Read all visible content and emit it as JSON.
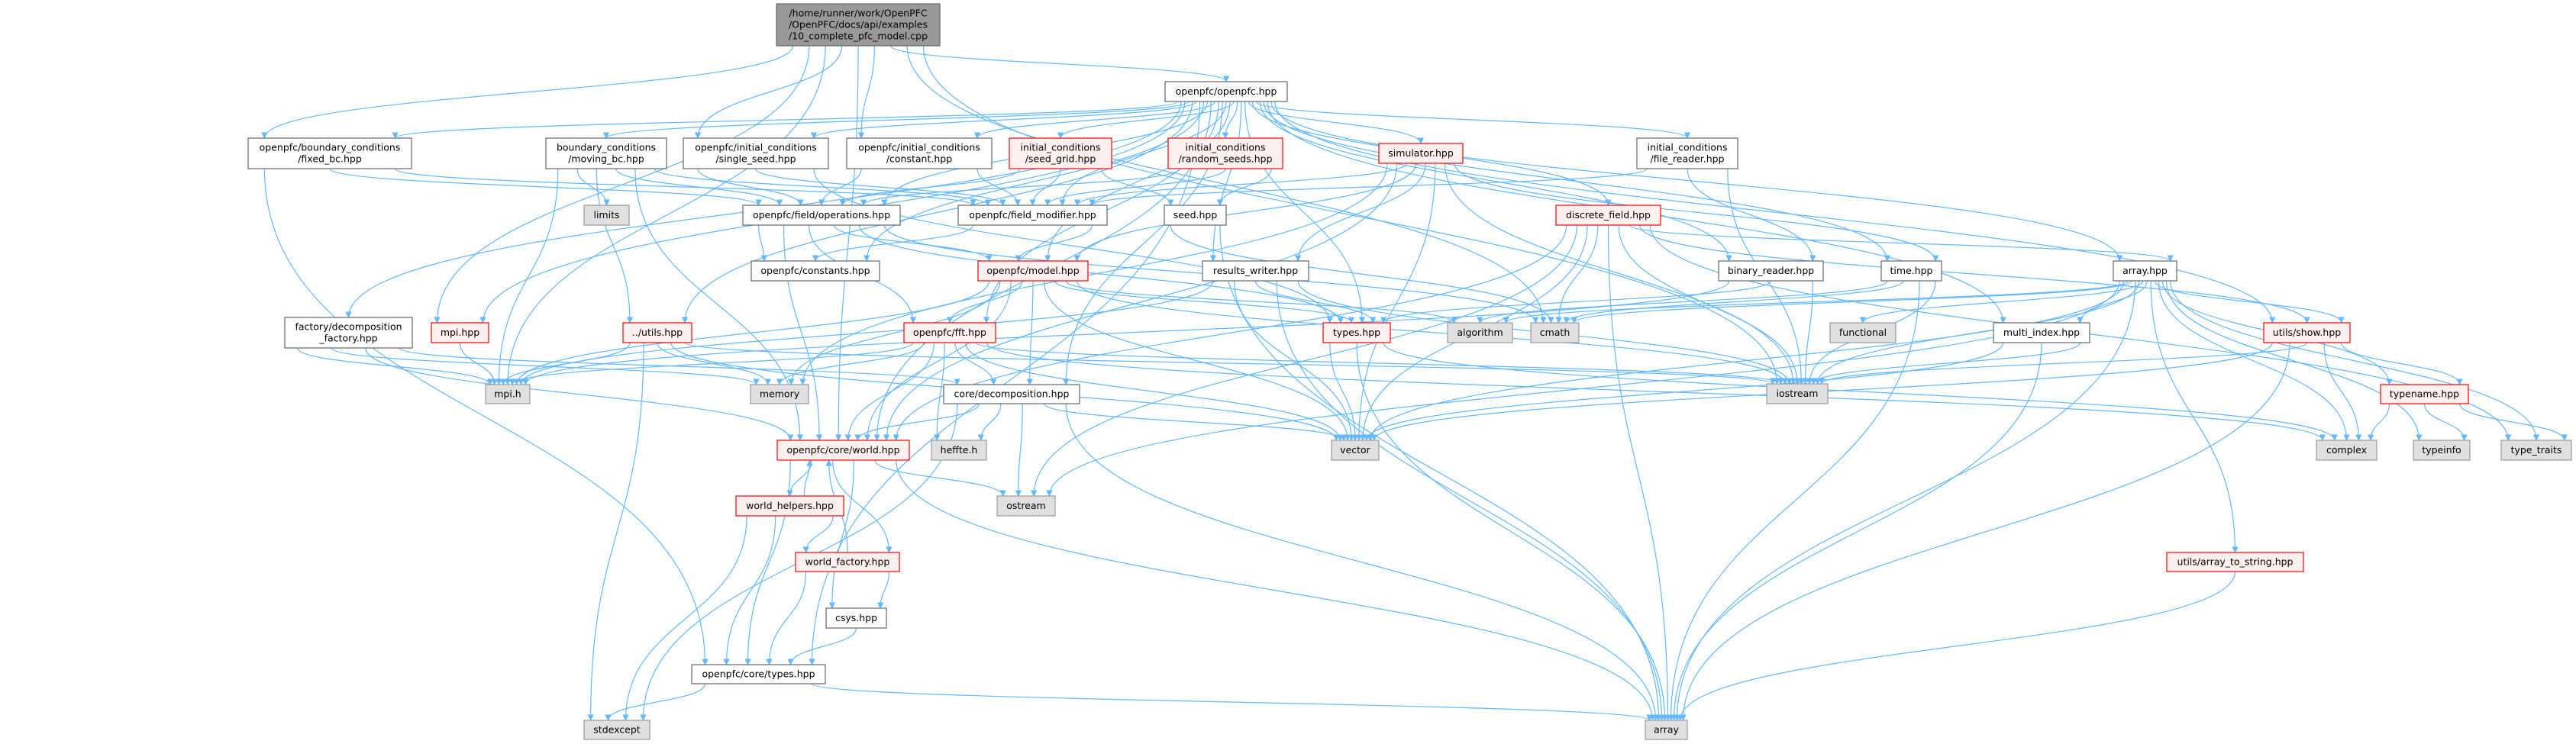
{
  "graph": {
    "title": "Include dependency graph for 10_complete_pfc_model.cpp",
    "colors": {
      "edge": "#63b8ff",
      "main_fill": "#999999",
      "red_border": "#ff0000",
      "system_fill": "#e0e0e0"
    },
    "nodes": [
      {
        "id": "main",
        "kind": "main",
        "lines": [
          "/home/runner/work/OpenPFC",
          "/OpenPFC/docs/api/examples",
          "/10_complete_pfc_model.cpp"
        ]
      },
      {
        "id": "openpfc",
        "kind": "normal",
        "lines": [
          "openpfc/openpfc.hpp"
        ]
      },
      {
        "id": "fixed_bc",
        "kind": "normal",
        "lines": [
          "openpfc/boundary_conditions",
          "/fixed_bc.hpp"
        ]
      },
      {
        "id": "moving_bc",
        "kind": "normal",
        "lines": [
          "boundary_conditions",
          "/moving_bc.hpp"
        ]
      },
      {
        "id": "single_seed",
        "kind": "normal",
        "lines": [
          "openpfc/initial_conditions",
          "/single_seed.hpp"
        ]
      },
      {
        "id": "constant",
        "kind": "normal",
        "lines": [
          "openpfc/initial_conditions",
          "/constant.hpp"
        ]
      },
      {
        "id": "seed_grid",
        "kind": "red",
        "lines": [
          "initial_conditions",
          "/seed_grid.hpp"
        ]
      },
      {
        "id": "random_seeds",
        "kind": "red",
        "lines": [
          "initial_conditions",
          "/random_seeds.hpp"
        ]
      },
      {
        "id": "simulator",
        "kind": "red",
        "lines": [
          "simulator.hpp"
        ]
      },
      {
        "id": "file_reader",
        "kind": "normal",
        "lines": [
          "initial_conditions",
          "/file_reader.hpp"
        ]
      },
      {
        "id": "limits",
        "kind": "sys",
        "lines": [
          "limits"
        ]
      },
      {
        "id": "operations",
        "kind": "normal",
        "lines": [
          "openpfc/field/operations.hpp"
        ]
      },
      {
        "id": "field_modifier",
        "kind": "normal",
        "lines": [
          "openpfc/field_modifier.hpp"
        ]
      },
      {
        "id": "seed",
        "kind": "normal",
        "lines": [
          "seed.hpp"
        ]
      },
      {
        "id": "discrete_field",
        "kind": "red",
        "lines": [
          "discrete_field.hpp"
        ]
      },
      {
        "id": "constants",
        "kind": "normal",
        "lines": [
          "openpfc/constants.hpp"
        ]
      },
      {
        "id": "model",
        "kind": "red",
        "lines": [
          "openpfc/model.hpp"
        ]
      },
      {
        "id": "results_writer",
        "kind": "normal",
        "lines": [
          "results_writer.hpp"
        ]
      },
      {
        "id": "binary_reader",
        "kind": "normal",
        "lines": [
          "binary_reader.hpp"
        ]
      },
      {
        "id": "time",
        "kind": "normal",
        "lines": [
          "time.hpp"
        ]
      },
      {
        "id": "array_hpp",
        "kind": "normal",
        "lines": [
          "array.hpp"
        ]
      },
      {
        "id": "factory",
        "kind": "normal",
        "lines": [
          "factory/decomposition",
          "_factory.hpp"
        ]
      },
      {
        "id": "mpi_hpp",
        "kind": "red",
        "lines": [
          "mpi.hpp"
        ]
      },
      {
        "id": "utils",
        "kind": "red",
        "lines": [
          "../utils.hpp"
        ]
      },
      {
        "id": "fft",
        "kind": "red",
        "lines": [
          "openpfc/fft.hpp"
        ]
      },
      {
        "id": "types",
        "kind": "red",
        "lines": [
          "types.hpp"
        ]
      },
      {
        "id": "algorithm",
        "kind": "sys",
        "lines": [
          "algorithm"
        ]
      },
      {
        "id": "cmath",
        "kind": "sys",
        "lines": [
          "cmath"
        ]
      },
      {
        "id": "functional",
        "kind": "sys",
        "lines": [
          "functional"
        ]
      },
      {
        "id": "multi_index",
        "kind": "normal",
        "lines": [
          "multi_index.hpp"
        ]
      },
      {
        "id": "utils_show",
        "kind": "red",
        "lines": [
          "utils/show.hpp"
        ]
      },
      {
        "id": "mpi_h",
        "kind": "sys",
        "lines": [
          "mpi.h"
        ]
      },
      {
        "id": "memory",
        "kind": "sys",
        "lines": [
          "memory"
        ]
      },
      {
        "id": "decomposition",
        "kind": "normal",
        "lines": [
          "core/decomposition.hpp"
        ]
      },
      {
        "id": "iostream",
        "kind": "sys",
        "lines": [
          "iostream"
        ]
      },
      {
        "id": "typename",
        "kind": "red",
        "lines": [
          "typename.hpp"
        ]
      },
      {
        "id": "world",
        "kind": "red",
        "lines": [
          "openpfc/core/world.hpp"
        ]
      },
      {
        "id": "heffte",
        "kind": "sys",
        "lines": [
          "heffte.h"
        ]
      },
      {
        "id": "vector",
        "kind": "sys",
        "lines": [
          "vector"
        ]
      },
      {
        "id": "complex",
        "kind": "sys",
        "lines": [
          "complex"
        ]
      },
      {
        "id": "typeinfo",
        "kind": "sys",
        "lines": [
          "typeinfo"
        ]
      },
      {
        "id": "type_traits",
        "kind": "sys",
        "lines": [
          "type_traits"
        ]
      },
      {
        "id": "world_helpers",
        "kind": "red",
        "lines": [
          "world_helpers.hpp"
        ]
      },
      {
        "id": "ostream",
        "kind": "sys",
        "lines": [
          "ostream"
        ]
      },
      {
        "id": "world_factory",
        "kind": "red",
        "lines": [
          "world_factory.hpp"
        ]
      },
      {
        "id": "array_to_string",
        "kind": "red",
        "lines": [
          "utils/array_to_string.hpp"
        ]
      },
      {
        "id": "csys",
        "kind": "normal",
        "lines": [
          "csys.hpp"
        ]
      },
      {
        "id": "core_types",
        "kind": "normal",
        "lines": [
          "openpfc/core/types.hpp"
        ]
      },
      {
        "id": "stdexcept",
        "kind": "sys",
        "lines": [
          "stdexcept"
        ]
      },
      {
        "id": "array",
        "kind": "sys",
        "lines": [
          "array"
        ]
      }
    ],
    "edges": [
      [
        "main",
        "openpfc"
      ],
      [
        "main",
        "fixed_bc"
      ],
      [
        "main",
        "single_seed"
      ],
      [
        "main",
        "constant"
      ],
      [
        "main",
        "mpi_hpp"
      ],
      [
        "main",
        "world"
      ],
      [
        "main",
        "mpi_h"
      ],
      [
        "main",
        "iostream"
      ],
      [
        "main",
        "cmath"
      ],
      [
        "openpfc",
        "fixed_bc"
      ],
      [
        "openpfc",
        "moving_bc"
      ],
      [
        "openpfc",
        "single_seed"
      ],
      [
        "openpfc",
        "constant"
      ],
      [
        "openpfc",
        "seed_grid"
      ],
      [
        "openpfc",
        "random_seeds"
      ],
      [
        "openpfc",
        "simulator"
      ],
      [
        "openpfc",
        "file_reader"
      ],
      [
        "openpfc",
        "operations"
      ],
      [
        "openpfc",
        "field_modifier"
      ],
      [
        "openpfc",
        "constants"
      ],
      [
        "openpfc",
        "model"
      ],
      [
        "openpfc",
        "results_writer"
      ],
      [
        "openpfc",
        "discrete_field"
      ],
      [
        "openpfc",
        "binary_reader"
      ],
      [
        "openpfc",
        "time"
      ],
      [
        "openpfc",
        "array_hpp"
      ],
      [
        "openpfc",
        "multi_index"
      ],
      [
        "openpfc",
        "utils_show"
      ],
      [
        "openpfc",
        "types"
      ],
      [
        "openpfc",
        "utils"
      ],
      [
        "openpfc",
        "fft"
      ],
      [
        "openpfc",
        "decomposition"
      ],
      [
        "openpfc",
        "world"
      ],
      [
        "openpfc",
        "factory"
      ],
      [
        "openpfc",
        "mpi_hpp"
      ],
      [
        "openpfc",
        "core_types"
      ],
      [
        "fixed_bc",
        "operations"
      ],
      [
        "fixed_bc",
        "field_modifier"
      ],
      [
        "fixed_bc",
        "core_types"
      ],
      [
        "moving_bc",
        "limits"
      ],
      [
        "moving_bc",
        "operations"
      ],
      [
        "moving_bc",
        "field_modifier"
      ],
      [
        "moving_bc",
        "utils"
      ],
      [
        "moving_bc",
        "mpi_h"
      ],
      [
        "moving_bc",
        "world"
      ],
      [
        "single_seed",
        "operations"
      ],
      [
        "single_seed",
        "field_modifier"
      ],
      [
        "single_seed",
        "types"
      ],
      [
        "constant",
        "operations"
      ],
      [
        "constant",
        "field_modifier"
      ],
      [
        "seed_grid",
        "operations"
      ],
      [
        "seed_grid",
        "field_modifier"
      ],
      [
        "seed_grid",
        "seed"
      ],
      [
        "random_seeds",
        "operations"
      ],
      [
        "random_seeds",
        "field_modifier"
      ],
      [
        "random_seeds",
        "seed"
      ],
      [
        "simulator",
        "field_modifier"
      ],
      [
        "simulator",
        "model"
      ],
      [
        "simulator",
        "results_writer"
      ],
      [
        "simulator",
        "time"
      ],
      [
        "simulator",
        "iostream"
      ],
      [
        "simulator",
        "memory"
      ],
      [
        "simulator",
        "vector"
      ],
      [
        "simulator",
        "world"
      ],
      [
        "file_reader",
        "field_modifier"
      ],
      [
        "file_reader",
        "binary_reader"
      ],
      [
        "file_reader",
        "iostream"
      ],
      [
        "operations",
        "constants"
      ],
      [
        "operations",
        "model"
      ],
      [
        "operations",
        "world"
      ],
      [
        "operations",
        "cmath"
      ],
      [
        "operations",
        "types"
      ],
      [
        "operations",
        "fft"
      ],
      [
        "field_modifier",
        "model"
      ],
      [
        "field_modifier",
        "constants"
      ],
      [
        "seed",
        "array"
      ],
      [
        "seed",
        "cmath"
      ],
      [
        "discrete_field",
        "array_hpp"
      ],
      [
        "discrete_field",
        "utils_show"
      ],
      [
        "discrete_field",
        "world"
      ],
      [
        "discrete_field",
        "cmath"
      ],
      [
        "discrete_field",
        "array"
      ],
      [
        "discrete_field",
        "ostream"
      ],
      [
        "discrete_field",
        "vector"
      ],
      [
        "discrete_field",
        "iostream"
      ],
      [
        "discrete_field",
        "type_traits"
      ],
      [
        "model",
        "fft"
      ],
      [
        "model",
        "types"
      ],
      [
        "model",
        "world"
      ],
      [
        "model",
        "decomposition"
      ],
      [
        "model",
        "memory"
      ],
      [
        "model",
        "vector"
      ],
      [
        "model",
        "mpi_h"
      ],
      [
        "model",
        "iostream"
      ],
      [
        "model",
        "algorithm"
      ],
      [
        "results_writer",
        "types"
      ],
      [
        "results_writer",
        "vector"
      ],
      [
        "results_writer",
        "array"
      ],
      [
        "results_writer",
        "mpi_h"
      ],
      [
        "results_writer",
        "iostream"
      ],
      [
        "binary_reader",
        "types"
      ],
      [
        "binary_reader",
        "iostream"
      ],
      [
        "binary_reader",
        "mpi_h"
      ],
      [
        "time",
        "cmath"
      ],
      [
        "time",
        "iostream"
      ],
      [
        "time",
        "algorithm"
      ],
      [
        "time",
        "array"
      ],
      [
        "array_hpp",
        "algorithm"
      ],
      [
        "array_hpp",
        "cmath"
      ],
      [
        "array_hpp",
        "functional"
      ],
      [
        "array_hpp",
        "multi_index"
      ],
      [
        "array_hpp",
        "utils_show"
      ],
      [
        "array_hpp",
        "typename"
      ],
      [
        "array_hpp",
        "array_to_string"
      ],
      [
        "array_hpp",
        "complex"
      ],
      [
        "array_hpp",
        "vector"
      ],
      [
        "array_hpp",
        "iostream"
      ],
      [
        "array_hpp",
        "array"
      ],
      [
        "array_hpp",
        "typeinfo"
      ],
      [
        "array_hpp",
        "type_traits"
      ],
      [
        "array_hpp",
        "ostream"
      ],
      [
        "factory",
        "world"
      ],
      [
        "factory",
        "decomposition"
      ],
      [
        "factory",
        "mpi_h"
      ],
      [
        "factory",
        "memory"
      ],
      [
        "mpi_hpp",
        "mpi_h"
      ],
      [
        "utils",
        "mpi_h"
      ],
      [
        "utils",
        "memory"
      ],
      [
        "utils",
        "vector"
      ],
      [
        "utils",
        "stdexcept"
      ],
      [
        "utils",
        "iostream"
      ],
      [
        "fft",
        "decomposition"
      ],
      [
        "fft",
        "world"
      ],
      [
        "fft",
        "mpi_h"
      ],
      [
        "fft",
        "memory"
      ],
      [
        "fft",
        "vector"
      ],
      [
        "fft",
        "heffte"
      ],
      [
        "fft",
        "iostream"
      ],
      [
        "fft",
        "complex"
      ],
      [
        "types",
        "vector"
      ],
      [
        "types",
        "array"
      ],
      [
        "types",
        "complex"
      ],
      [
        "multi_index",
        "iostream"
      ],
      [
        "multi_index",
        "vector"
      ],
      [
        "multi_index",
        "array"
      ],
      [
        "utils_show",
        "typename"
      ],
      [
        "utils_show",
        "complex"
      ],
      [
        "utils_show",
        "iostream"
      ],
      [
        "utils_show",
        "vector"
      ],
      [
        "utils_show",
        "array"
      ],
      [
        "typename",
        "complex"
      ],
      [
        "typename",
        "typeinfo"
      ],
      [
        "typename",
        "type_traits"
      ],
      [
        "decomposition",
        "world"
      ],
      [
        "decomposition",
        "heffte"
      ],
      [
        "decomposition",
        "ostream"
      ],
      [
        "decomposition",
        "vector"
      ],
      [
        "decomposition",
        "array"
      ],
      [
        "decomposition",
        "stdexcept"
      ],
      [
        "world",
        "world_helpers"
      ],
      [
        "world",
        "world_factory"
      ],
      [
        "world",
        "csys"
      ],
      [
        "world",
        "core_types"
      ],
      [
        "world",
        "ostream"
      ],
      [
        "world",
        "array"
      ],
      [
        "world_helpers",
        "world"
      ],
      [
        "world_helpers",
        "world_factory"
      ],
      [
        "world_helpers",
        "core_types"
      ],
      [
        "world_helpers",
        "stdexcept"
      ],
      [
        "world_factory",
        "world"
      ],
      [
        "world_factory",
        "csys"
      ],
      [
        "world_factory",
        "core_types"
      ],
      [
        "csys",
        "core_types"
      ],
      [
        "core_types",
        "stdexcept"
      ],
      [
        "core_types",
        "array"
      ],
      [
        "array_to_string",
        "array"
      ]
    ]
  }
}
